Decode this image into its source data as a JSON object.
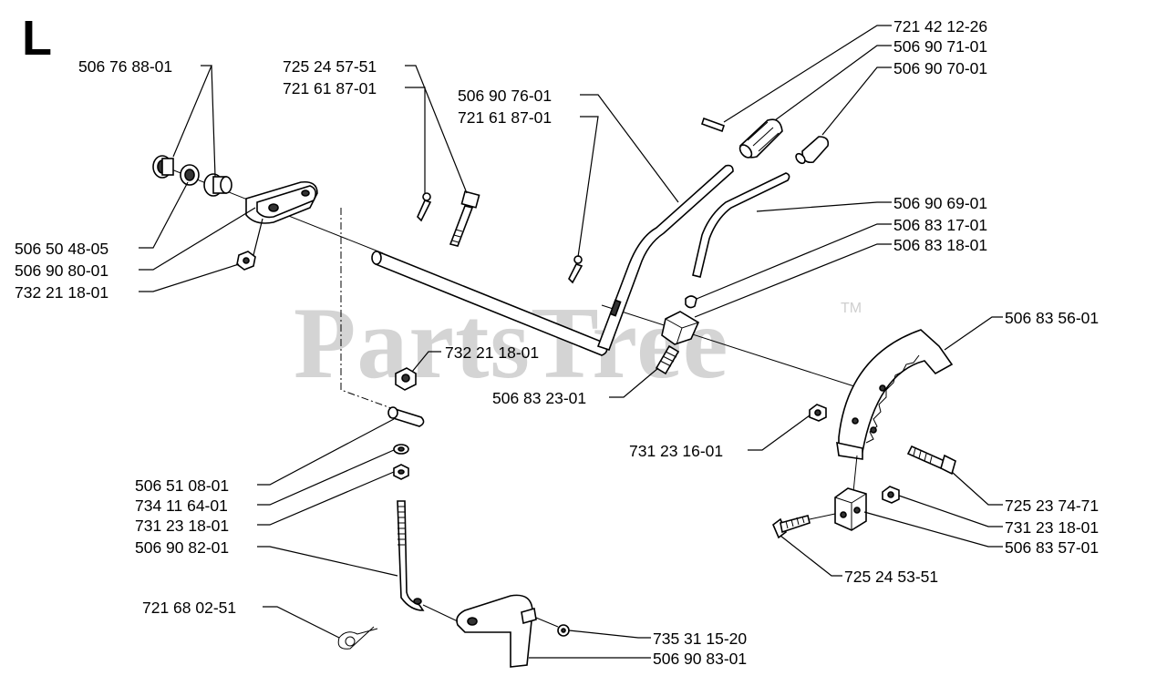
{
  "section_letter": "L",
  "watermark": {
    "text": "PartsTree",
    "trademark": "TM"
  },
  "parts": [
    "506 76 88-01",
    "506 50 48-05",
    "506 90 80-01",
    "732 21 18-01",
    "725 24 57-51",
    "721 61 87-01",
    "506 90 76-01",
    "721 61 87-01",
    "721 42 12-26",
    "506 90 71-01",
    "506 90 70-01",
    "506 90 69-01",
    "506 83 17-01",
    "506 83 18-01",
    "506 83 56-01",
    "732 21 18-01",
    "506 83 23-01",
    "731 23 16-01",
    "725 23 74-71",
    "731 23 18-01",
    "506 83 57-01",
    "725 24 53-51",
    "506 51 08-01",
    "734 11 64-01",
    "731 23 18-01",
    "506 90 82-01",
    "721 68 02-51",
    "735 31 15-20",
    "506 90 83-01"
  ]
}
